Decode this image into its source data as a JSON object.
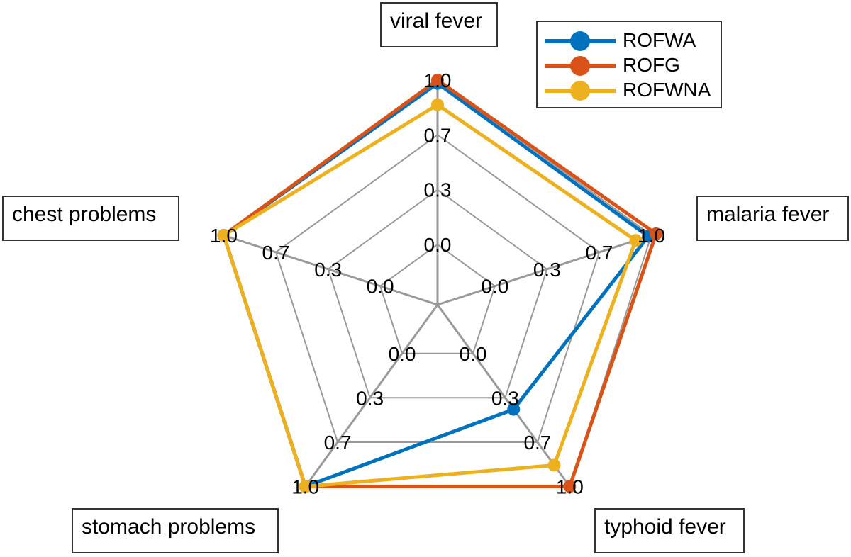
{
  "chart_data": {
    "type": "radar",
    "title": "",
    "axes": [
      "viral fever",
      "malaria fever",
      "typhoid fever",
      "stomach problems",
      "chest problems"
    ],
    "ring_labels": [
      "0.0",
      "0.3",
      "0.7",
      "1.0"
    ],
    "ring_values": [
      0.0,
      0.333,
      0.667,
      1.0
    ],
    "range": [
      0.0,
      1.0
    ],
    "grid": true,
    "legend_position": "top-right",
    "series": [
      {
        "name": "ROFWA",
        "color": "#0072BD",
        "values": [
          0.98,
          0.98,
          0.42,
          1.0,
          1.0
        ]
      },
      {
        "name": "ROFG",
        "color": "#D95319",
        "values": [
          1.0,
          1.03,
          1.0,
          1.0,
          1.0
        ]
      },
      {
        "name": "ROFWNA",
        "color": "#EDB120",
        "values": [
          0.85,
          0.9,
          0.84,
          1.0,
          1.0
        ]
      }
    ]
  },
  "legend": {
    "items": [
      {
        "label": "ROFWA",
        "color": "#0072BD"
      },
      {
        "label": "ROFG",
        "color": "#D95319"
      },
      {
        "label": "ROFWNA",
        "color": "#EDB120"
      }
    ]
  },
  "colors": {
    "grid": "#999999",
    "axis_box_border": "#333333"
  }
}
